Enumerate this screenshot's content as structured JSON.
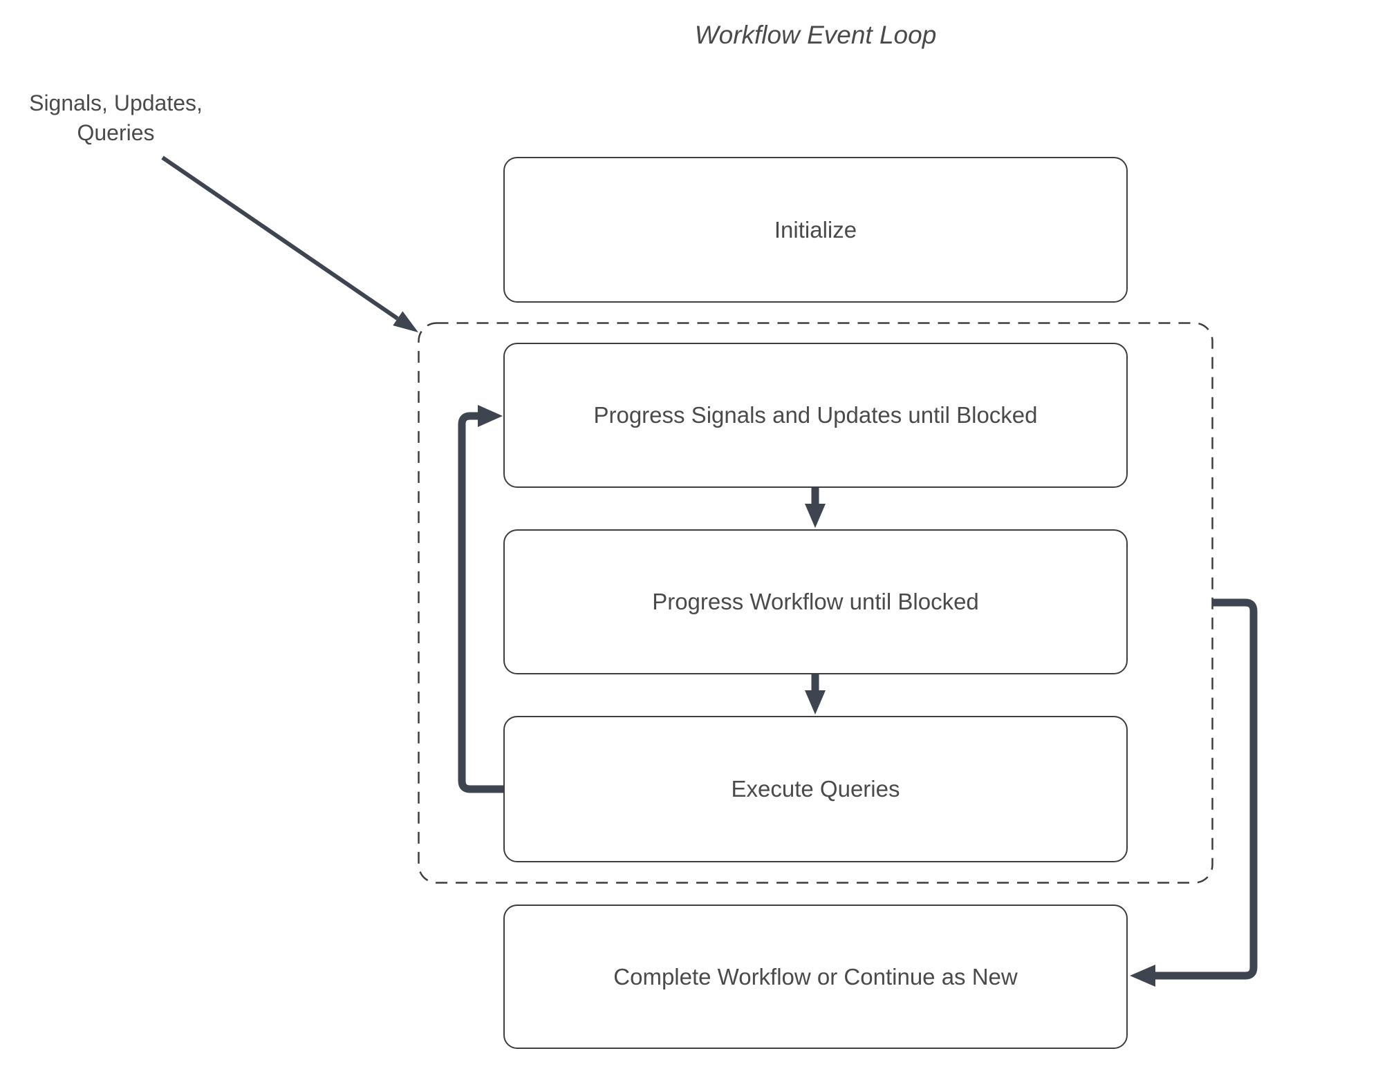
{
  "title": "Workflow Event Loop",
  "annotation": {
    "line1": "Signals, Updates,",
    "line2": "Queries"
  },
  "nodes": {
    "initialize": {
      "label": "Initialize"
    },
    "progress_signals": {
      "label": "Progress Signals and Updates until Blocked"
    },
    "progress_workflow": {
      "label": "Progress Workflow until Blocked"
    },
    "execute_queries": {
      "label": "Execute Queries"
    },
    "complete": {
      "label": "Complete Workflow or Continue as New"
    }
  },
  "edges": {
    "signals_to_loop": "annotation label to dashed event-loop container",
    "progress_signals_to_progress_workflow": "down arrow",
    "progress_workflow_to_execute_queries": "down arrow",
    "execute_queries_to_progress_signals": "loop-back arrow (left side)",
    "loop_to_complete": "exit arrow (right side)"
  },
  "colors": {
    "arrow": "#3e4450",
    "box_border": "#3d3d3d",
    "dashed_border": "#3d3d3d",
    "text": "#4a4a4a",
    "background": "#ffffff"
  }
}
